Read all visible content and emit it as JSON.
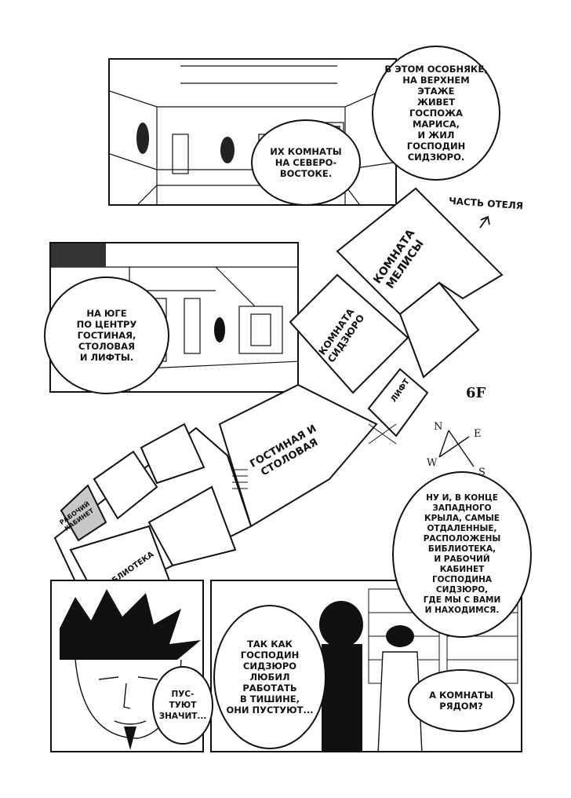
{
  "page": {
    "floor_label": "6F",
    "hotel_part_label": "ЧАСТЬ ОТЕЛЯ",
    "compass": {
      "n": "N",
      "e": "E",
      "w": "W",
      "s": "S"
    }
  },
  "rooms": {
    "melissa": "КОМНАТА\nМЕЛИСЫ",
    "shiazuro": "КОМНАТА\nСИДЗЮРО",
    "lift": "ЛИФТ",
    "living": "ГОСТИНАЯ И\nСТОЛОВАЯ",
    "office": "РАБОЧИЙ\nКАБИНЕТ",
    "library": "БИБЛИОТЕКА"
  },
  "bubbles": {
    "top_right": "В ЭТОМ ОСОБНЯКЕ,\nНА ВЕРХНЕМ\nЭТАЖЕ\nЖИВЕТ\nГОСПОЖА\nМАРИСА,\nИ ЖИЛ\nГОСПОДИН\nСИДЗЮРО.",
    "top_mid": "ИХ КОМНАТЫ\nНА СЕВЕРО-\nВОСТОКЕ.",
    "left_mid": "НА ЮГЕ\nПО ЦЕНТРУ\nГОСТИНАЯ,\nСТОЛОВАЯ\nИ ЛИФТЫ.",
    "right_mid": "НУ И, В КОНЦЕ\nЗАПАДНОГО\nКРЫЛА, САМЫЕ\nОТДАЛЕННЫЕ,\nРАСПОЛОЖЕНЫ\nБИБЛИОТЕКА,\nИ РАБОЧИЙ\nКАБИНЕТ\nГОСПОДИНА\nСИДЗЮРО,\nГДЕ МЫ С ВАМИ\nИ НАХОДИМСЯ.",
    "bottom_left": "ПУС-\nТУЮТ\nЗНАЧИТ...",
    "bottom_mid": "ТАК КАК\nГОСПОДИН\nСИДЗЮРО\nЛЮБИЛ\nРАБОТАТЬ\nВ ТИШИНЕ,\nОНИ ПУСТУЮТ...",
    "bottom_right": "А КОМНАТЫ\nРЯДОМ?"
  },
  "colors": {
    "ink": "#111111",
    "paper": "#ffffff",
    "shade": "#c8c8c8"
  }
}
